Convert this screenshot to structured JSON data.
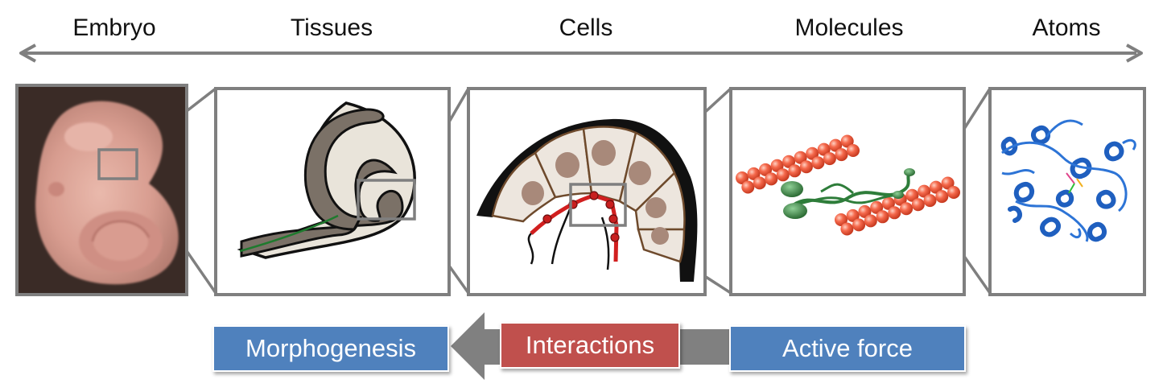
{
  "scale_labels": {
    "embryo": "Embryo",
    "tissues": "Tissues",
    "cells": "Cells",
    "molecules": "Molecules",
    "atoms": "Atoms"
  },
  "process_boxes": {
    "morphogenesis": "Morphogenesis",
    "interactions": "Interactions",
    "active_force": "Active force"
  },
  "colors": {
    "panel_border": "#7f7f7f",
    "blue_box": "#4f81bd",
    "red_box": "#c0504d",
    "arrow_gray": "#808080",
    "actin_red": "#f25c3f",
    "myosin_green": "#2e7d3a",
    "protein_blue": "#1f5fbf"
  }
}
